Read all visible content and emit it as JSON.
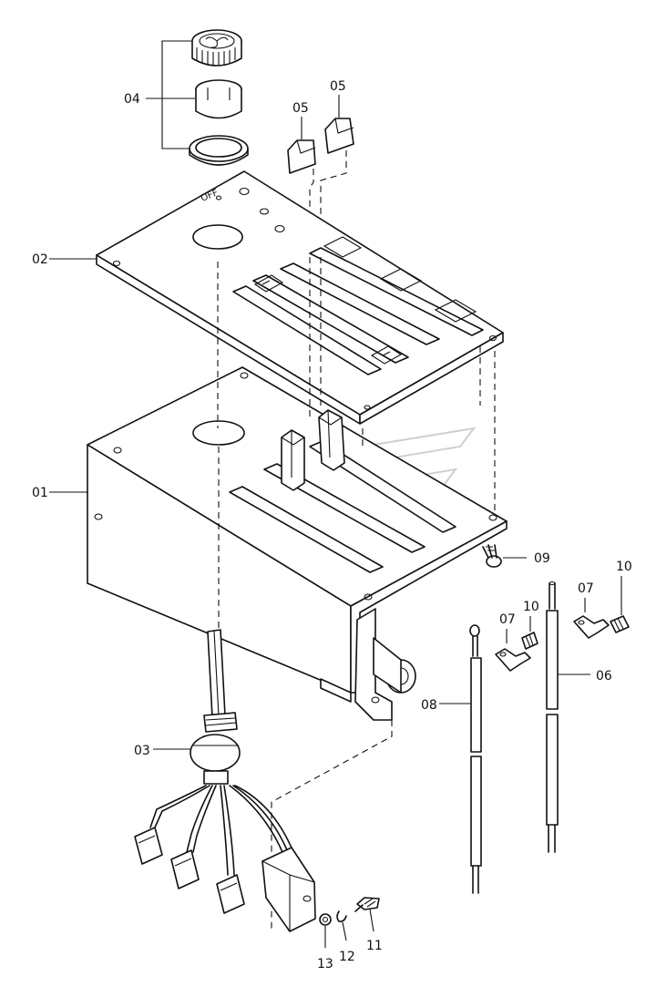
{
  "callouts": {
    "c01": "01",
    "c02": "02",
    "c03": "03",
    "c04": "04",
    "c05a": "05",
    "c05b": "05",
    "c06": "06",
    "c07a": "07",
    "c07b": "07",
    "c08": "08",
    "c09": "09",
    "c10a": "10",
    "c10b": "10",
    "c11": "11",
    "c12": "12",
    "c13": "13"
  },
  "panel": {
    "marking": "OFF"
  },
  "colors": {
    "ink": "#111111",
    "paper": "#ffffff",
    "watermark": "#cfcfcf"
  }
}
